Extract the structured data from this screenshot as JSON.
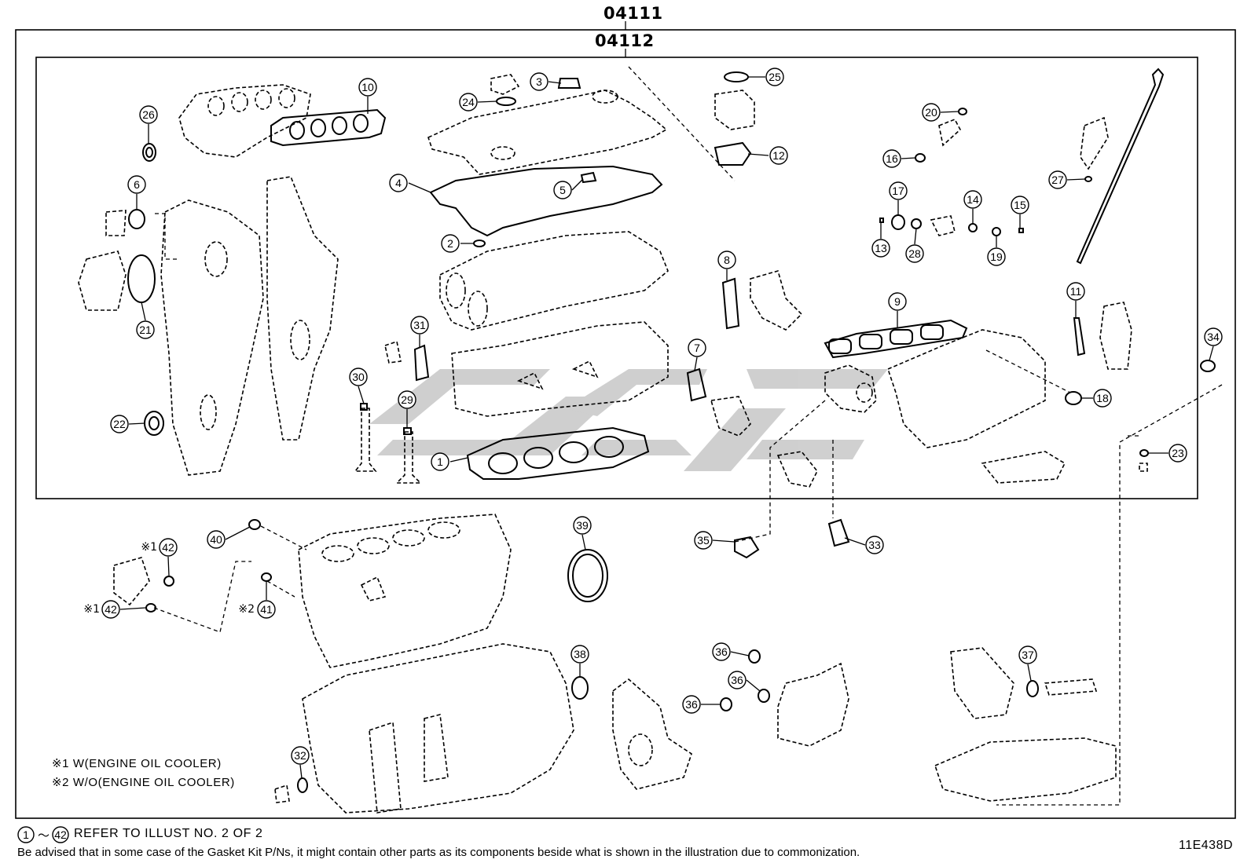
{
  "header": {
    "kit_outer": "04111",
    "kit_inner": "04112"
  },
  "callouts": [
    {
      "label": "1"
    },
    {
      "label": "2"
    },
    {
      "label": "3"
    },
    {
      "label": "4"
    },
    {
      "label": "5"
    },
    {
      "label": "6"
    },
    {
      "label": "7"
    },
    {
      "label": "8"
    },
    {
      "label": "9"
    },
    {
      "label": "10"
    },
    {
      "label": "11"
    },
    {
      "label": "12"
    },
    {
      "label": "13"
    },
    {
      "label": "14"
    },
    {
      "label": "15"
    },
    {
      "label": "16"
    },
    {
      "label": "17"
    },
    {
      "label": "18"
    },
    {
      "label": "19"
    },
    {
      "label": "20"
    },
    {
      "label": "21"
    },
    {
      "label": "22"
    },
    {
      "label": "23"
    },
    {
      "label": "24"
    },
    {
      "label": "25"
    },
    {
      "label": "26"
    },
    {
      "label": "27"
    },
    {
      "label": "28"
    },
    {
      "label": "29"
    },
    {
      "label": "30"
    },
    {
      "label": "31"
    },
    {
      "label": "32"
    },
    {
      "label": "33"
    },
    {
      "label": "34"
    },
    {
      "label": "35"
    },
    {
      "label": "36"
    },
    {
      "label": "36"
    },
    {
      "label": "36"
    },
    {
      "label": "37"
    },
    {
      "label": "38"
    },
    {
      "label": "39"
    },
    {
      "label": "40"
    },
    {
      "label": "41",
      "mark": "※2"
    },
    {
      "label": "42",
      "mark": "※1"
    },
    {
      "label": "42",
      "mark": "※1"
    }
  ],
  "notes": {
    "note1": "※1 W(ENGINE OIL COOLER)",
    "note2": "※2 W/O(ENGINE OIL COOLER)"
  },
  "footer": {
    "range_start": "1",
    "range_sep": "～",
    "range_end": "42",
    "refer_text": "REFER TO ILLUST NO. 2 OF 2",
    "disclaimer": "Be advised that in some case of the Gasket Kit P/Ns,  it might contain other parts as its components beside what is shown in the illustration due to commonization.",
    "illustration_id": "11E438D"
  }
}
